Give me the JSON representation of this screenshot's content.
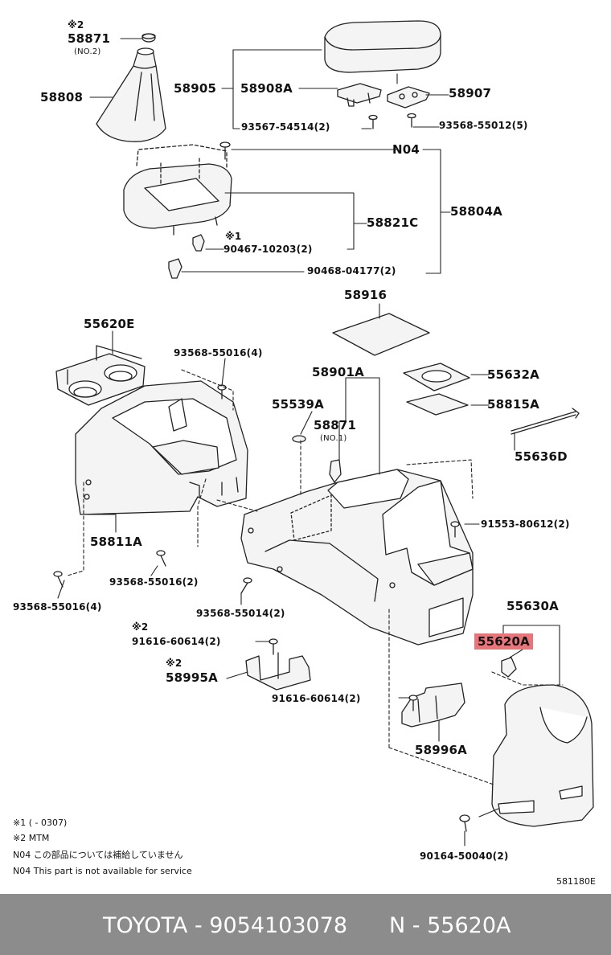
{
  "colors": {
    "line": "#222222",
    "fill": "#f4f4f4",
    "highlight": "#e8757a",
    "footer_bg": "#8c8c8c",
    "footer_text": "#ffffff"
  },
  "parts": {
    "p58871_top": "58871",
    "p58871_top_mark": "※2",
    "p58871_top_sub": "(NO.2)",
    "p58808": "58808",
    "p58905": "58905",
    "p58908A": "58908A",
    "p58907": "58907",
    "p93567": "93567-54514(2)",
    "p93568_55012": "93568-55012(5)",
    "pN04": "N04",
    "p58804A": "58804A",
    "p58821C": "58821C",
    "p90467_mark": "※1",
    "p90467": "90467-10203(2)",
    "p90468": "90468-04177(2)",
    "p58916": "58916",
    "p55620E": "55620E",
    "p93568_55016_top": "93568-55016(4)",
    "p58901A": "58901A",
    "p55632A": "55632A",
    "p55539A": "55539A",
    "p58871_mid": "58871",
    "p58871_mid_sub": "(NO.1)",
    "p58815A": "58815A",
    "p55636D": "55636D",
    "p91553": "91553-80612(2)",
    "p58811A": "58811A",
    "p93568_55016_mid": "93568-55016(2)",
    "p93568_55016_left": "93568-55016(4)",
    "p93568_55014": "93568-55014(2)",
    "p55630A": "55630A",
    "p55620A": "55620A",
    "p91616_top_mark": "※2",
    "p91616_top": "91616-60614(2)",
    "p58995A_mark": "※2",
    "p58995A": "58995A",
    "p91616_bottom": "91616-60614(2)",
    "p58996A": "58996A",
    "p90164": "90164-50040(2)"
  },
  "legend": {
    "note1": "※1 (      - 0307)",
    "note2": "※2 MTM",
    "note3": "N04 この部品については補給していません",
    "note4": "N04 This part is not available for service"
  },
  "diagram_code": "581180E",
  "footer": {
    "left": "TOYOTA - 9054103078",
    "right": "N - 55620A"
  }
}
